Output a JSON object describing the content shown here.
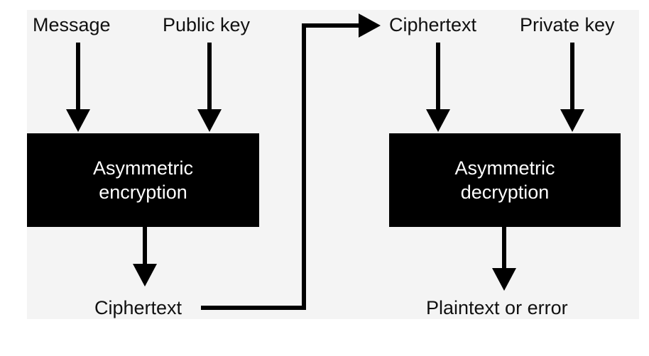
{
  "encryption": {
    "input_message": "Message",
    "input_key": "Public key",
    "box_line1": "Asymmetric",
    "box_line2": "encryption",
    "output": "Ciphertext"
  },
  "decryption": {
    "input_ciphertext": "Ciphertext",
    "input_key": "Private key",
    "box_line1": "Asymmetric",
    "box_line2": "decryption",
    "output": "Plaintext or error"
  }
}
